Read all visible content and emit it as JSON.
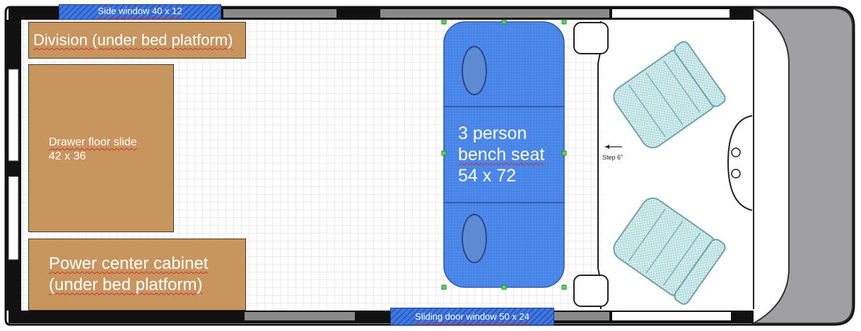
{
  "labels": {
    "side_window": "Side window 40 x 12",
    "division": "Division (under bed platform)",
    "drawer_line1": "Drawer floor slide",
    "drawer_line2": "42 x 36",
    "power_line1": "Power center cabinet",
    "power_line2": "(under bed platform)",
    "bench_line1": "3 person",
    "bench_line2": "bench seat",
    "bench_line3": "54 x 72",
    "step": "Step 6\"",
    "sliding_window": "Sliding door window 50 x 24"
  },
  "colors": {
    "cabinet": "#c8955f",
    "bench": "#4a86e8",
    "window_hatch": "#3f78e0",
    "seat": "#cfeeee",
    "grid": "#d9dde6",
    "hood": "#a0a0a2"
  }
}
